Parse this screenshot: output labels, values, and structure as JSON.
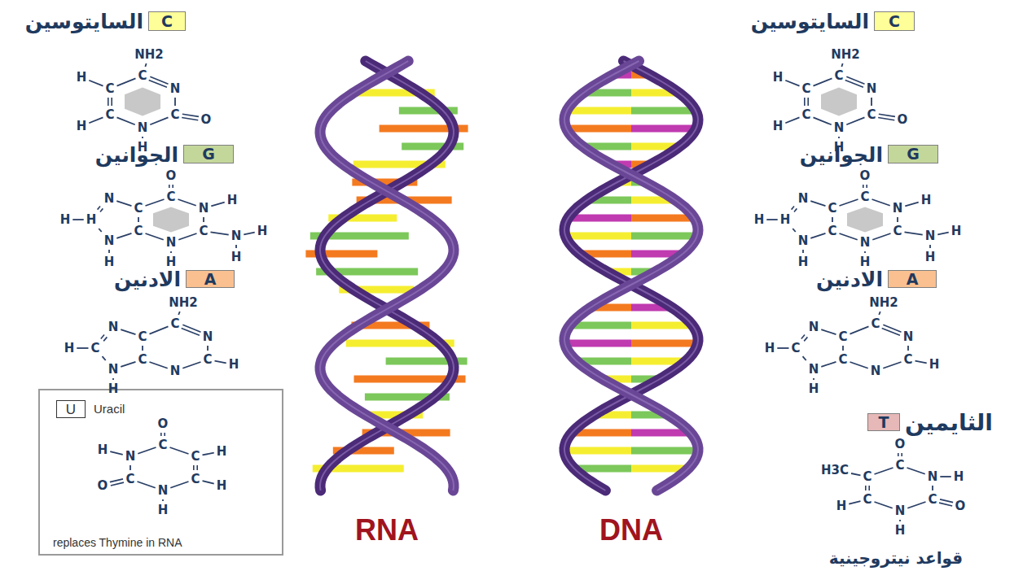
{
  "diagram": {
    "nodes": [
      {
        "text": [
          "C",
          "السايتوسين"
        ]
      },
      {
        "text": [
          "G",
          "الجوانين"
        ]
      },
      {
        "text": [
          "A",
          "الادنين"
        ]
      },
      {
        "text": [
          "Uracil",
          "replaces Thymine in RNA"
        ]
      },
      {
        "text": [
          "U"
        ],
        "in": 3
      },
      {
        "text": [
          "C",
          "السايتوسين"
        ]
      },
      {
        "text": [
          "G",
          "الجوانين"
        ]
      },
      {
        "text": [
          "A",
          "الادنين"
        ]
      },
      {
        "text": [
          "T",
          "الثايمين"
        ]
      }
    ],
    "labels": [
      "RNA",
      "DNA",
      "قواعد نيتروجينية",
      "NH2",
      "C",
      "N",
      "C",
      "O",
      "N",
      "H",
      "C",
      "H",
      "C",
      "H",
      "O",
      "C",
      "N",
      "H",
      "C",
      "N",
      "H",
      "H",
      "N",
      "H",
      "C",
      "C",
      "N",
      "H",
      "H",
      "N",
      "H",
      "NH2",
      "C",
      "N",
      "C",
      "H",
      "N",
      "C",
      "C",
      "N",
      "C",
      "H",
      "N",
      "H",
      "O",
      "C",
      "C",
      "H",
      "C",
      "H",
      "N",
      "H",
      "C",
      "O",
      "N",
      "H",
      "NH2",
      "C",
      "N",
      "C",
      "O",
      "N",
      "H",
      "C",
      "H",
      "C",
      "H",
      "O",
      "C",
      "N",
      "H",
      "C",
      "N",
      "H",
      "H",
      "N",
      "H",
      "C",
      "C",
      "N",
      "H",
      "H",
      "N",
      "H",
      "NH2",
      "C",
      "N",
      "C",
      "H",
      "N",
      "C",
      "C",
      "N",
      "C",
      "H",
      "N",
      "H",
      "O",
      "C",
      "N",
      "H",
      "C",
      "O",
      "N",
      "H",
      "C",
      "H",
      "C",
      "H3C"
    ]
  }
}
